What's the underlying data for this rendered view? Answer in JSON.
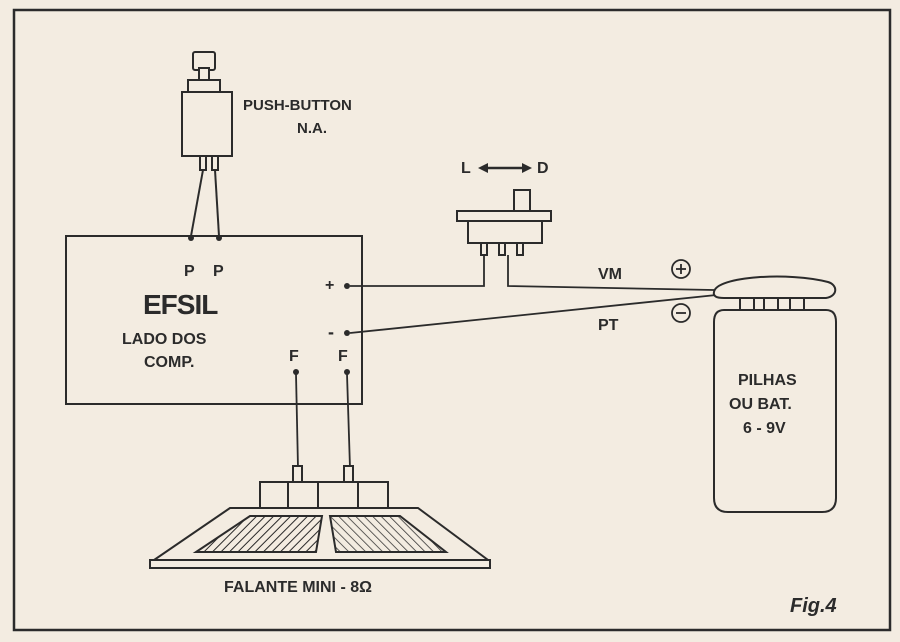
{
  "labels": {
    "push_button_line1": "PUSH-BUTTON",
    "push_button_line2": "N.A.",
    "p_left": "P",
    "p_right": "P",
    "module_brand": "EFSIL",
    "module_line1": "LADO DOS",
    "module_line2": "COMP.",
    "plus": "+",
    "minus": "-",
    "f_left": "F",
    "f_right": "F",
    "switch_l": "L",
    "switch_d": "D",
    "wire_vm": "VM",
    "wire_pt": "PT",
    "battery_line1": "PILHAS",
    "battery_line2": "OU BAT.",
    "battery_line3": "6 - 9V",
    "speaker": "FALANTE MINI - 8Ω",
    "figure": "Fig.4"
  },
  "colors": {
    "ink": "#2b2b2b",
    "paper": "#f3ece1"
  }
}
